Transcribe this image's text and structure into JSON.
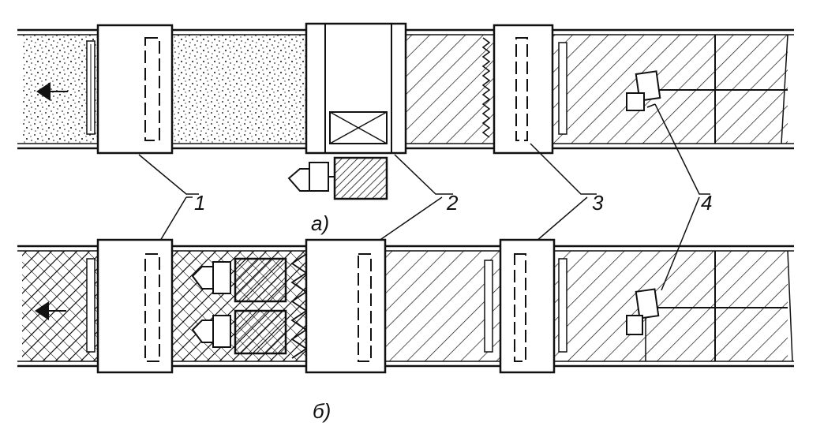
{
  "diagram": {
    "callouts": [
      "1",
      "2",
      "3",
      "4"
    ],
    "captions": {
      "a": "а)",
      "b": "б)"
    }
  },
  "colors": {
    "ink": "#111111",
    "paper": "#ffffff",
    "stipple": "#555555"
  }
}
